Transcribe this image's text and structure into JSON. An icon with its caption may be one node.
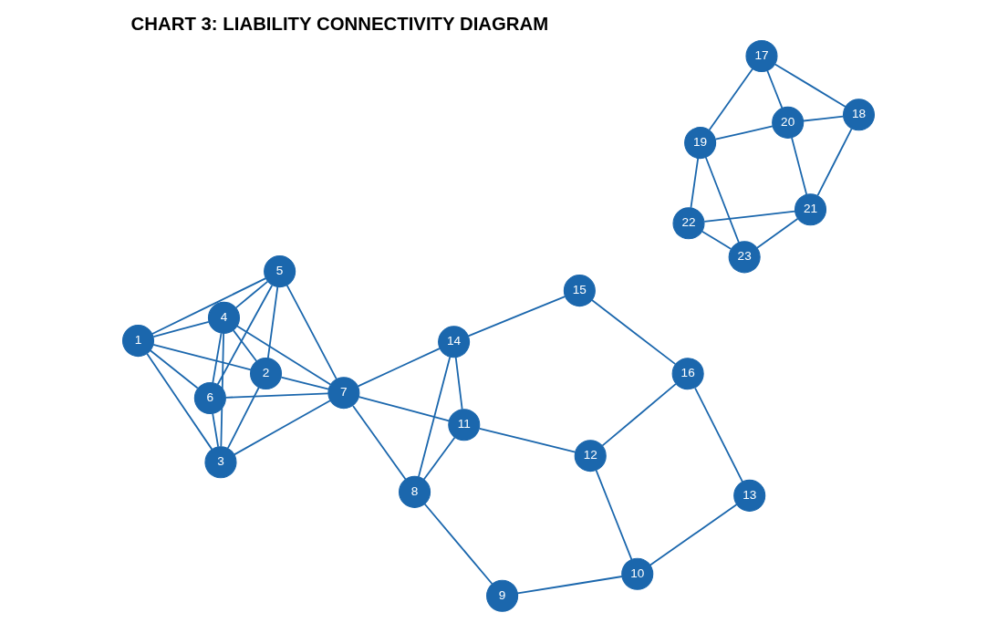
{
  "diagram": {
    "title": "CHART 3: LIABILITY CONNECTIVITY DIAGRAM",
    "nodes": [
      {
        "text": [
          "1"
        ]
      },
      {
        "text": [
          "2"
        ]
      },
      {
        "text": [
          "3"
        ]
      },
      {
        "text": [
          "4"
        ]
      },
      {
        "text": [
          "5"
        ]
      },
      {
        "text": [
          "6"
        ]
      },
      {
        "text": [
          "7"
        ]
      },
      {
        "text": [
          "8"
        ]
      },
      {
        "text": [
          "9"
        ]
      },
      {
        "text": [
          "10"
        ]
      },
      {
        "text": [
          "11"
        ]
      },
      {
        "text": [
          "12"
        ]
      },
      {
        "text": [
          "13"
        ]
      },
      {
        "text": [
          "14"
        ]
      },
      {
        "text": [
          "15"
        ]
      },
      {
        "text": [
          "16"
        ]
      },
      {
        "text": [
          "17"
        ]
      },
      {
        "text": [
          "18"
        ]
      },
      {
        "text": [
          "19"
        ]
      },
      {
        "text": [
          "20"
        ]
      },
      {
        "text": [
          "21"
        ]
      },
      {
        "text": [
          "22"
        ]
      },
      {
        "text": [
          "23"
        ]
      }
    ],
    "edges": [
      {
        "from": 0,
        "to": 1,
        "arrow": "none"
      },
      {
        "from": 0,
        "to": 2,
        "arrow": "none"
      },
      {
        "from": 0,
        "to": 3,
        "arrow": "none"
      },
      {
        "from": 0,
        "to": 4,
        "arrow": "none"
      },
      {
        "from": 0,
        "to": 5,
        "arrow": "none"
      },
      {
        "from": 1,
        "to": 2,
        "arrow": "none"
      },
      {
        "from": 1,
        "to": 3,
        "arrow": "none"
      },
      {
        "from": 1,
        "to": 4,
        "arrow": "none"
      },
      {
        "from": 1,
        "to": 6,
        "arrow": "none"
      },
      {
        "from": 2,
        "to": 3,
        "arrow": "none"
      },
      {
        "from": 2,
        "to": 5,
        "arrow": "none"
      },
      {
        "from": 2,
        "to": 6,
        "arrow": "none"
      },
      {
        "from": 3,
        "to": 4,
        "arrow": "none"
      },
      {
        "from": 3,
        "to": 5,
        "arrow": "none"
      },
      {
        "from": 3,
        "to": 6,
        "arrow": "none"
      },
      {
        "from": 4,
        "to": 5,
        "arrow": "none"
      },
      {
        "from": 4,
        "to": 6,
        "arrow": "none"
      },
      {
        "from": 5,
        "to": 6,
        "arrow": "none"
      },
      {
        "from": 6,
        "to": 7,
        "arrow": "none"
      },
      {
        "from": 6,
        "to": 10,
        "arrow": "none"
      },
      {
        "from": 6,
        "to": 13,
        "arrow": "none"
      },
      {
        "from": 7,
        "to": 8,
        "arrow": "none"
      },
      {
        "from": 7,
        "to": 10,
        "arrow": "none"
      },
      {
        "from": 7,
        "to": 13,
        "arrow": "none"
      },
      {
        "from": 8,
        "to": 9,
        "arrow": "none"
      },
      {
        "from": 9,
        "to": 11,
        "arrow": "none"
      },
      {
        "from": 9,
        "to": 12,
        "arrow": "none"
      },
      {
        "from": 10,
        "to": 11,
        "arrow": "none"
      },
      {
        "from": 10,
        "to": 13,
        "arrow": "none"
      },
      {
        "from": 11,
        "to": 15,
        "arrow": "none"
      },
      {
        "from": 12,
        "to": 15,
        "arrow": "none"
      },
      {
        "from": 13,
        "to": 14,
        "arrow": "none"
      },
      {
        "from": 14,
        "to": 15,
        "arrow": "none"
      },
      {
        "from": 16,
        "to": 17,
        "arrow": "none"
      },
      {
        "from": 16,
        "to": 19,
        "arrow": "none"
      },
      {
        "from": 16,
        "to": 18,
        "arrow": "none"
      },
      {
        "from": 17,
        "to": 19,
        "arrow": "none"
      },
      {
        "from": 17,
        "to": 20,
        "arrow": "none"
      },
      {
        "from": 19,
        "to": 18,
        "arrow": "none"
      },
      {
        "from": 19,
        "to": 20,
        "arrow": "none"
      },
      {
        "from": 20,
        "to": 21,
        "arrow": "none"
      },
      {
        "from": 20,
        "to": 22,
        "arrow": "none"
      },
      {
        "from": 18,
        "to": 21,
        "arrow": "none"
      },
      {
        "from": 18,
        "to": 22,
        "arrow": "none"
      },
      {
        "from": 21,
        "to": 22,
        "arrow": "none"
      }
    ]
  }
}
